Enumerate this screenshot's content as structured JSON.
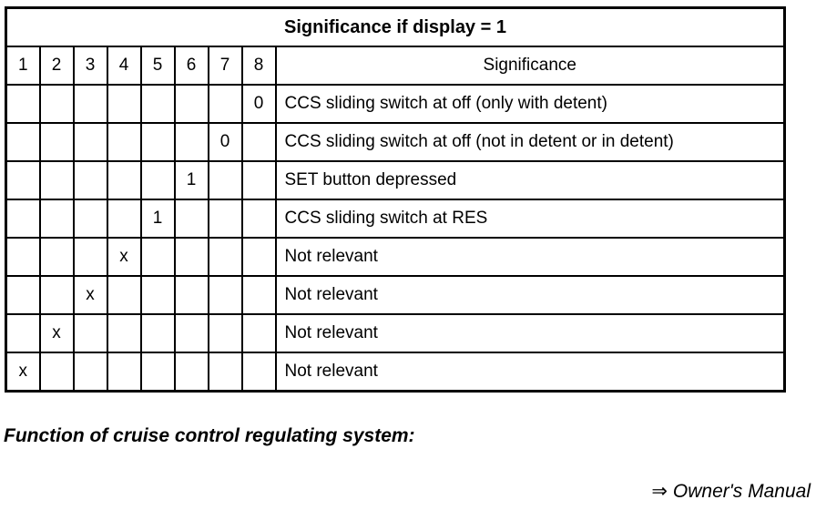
{
  "table": {
    "title": "Significance if display = 1",
    "bit_headers": [
      "1",
      "2",
      "3",
      "4",
      "5",
      "6",
      "7",
      "8"
    ],
    "significance_header": "Significance",
    "rows": [
      {
        "bits": [
          "",
          "",
          "",
          "",
          "",
          "",
          "",
          "0"
        ],
        "significance": "CCS sliding switch at off (only with detent)"
      },
      {
        "bits": [
          "",
          "",
          "",
          "",
          "",
          "",
          "0",
          ""
        ],
        "significance": "CCS sliding switch at off (not in detent or in detent)"
      },
      {
        "bits": [
          "",
          "",
          "",
          "",
          "",
          "1",
          "",
          ""
        ],
        "significance": "SET button depressed"
      },
      {
        "bits": [
          "",
          "",
          "",
          "",
          "1",
          "",
          "",
          ""
        ],
        "significance": "CCS sliding switch at RES"
      },
      {
        "bits": [
          "",
          "",
          "",
          "x",
          "",
          "",
          "",
          ""
        ],
        "significance": "Not relevant"
      },
      {
        "bits": [
          "",
          "",
          "x",
          "",
          "",
          "",
          "",
          ""
        ],
        "significance": "Not relevant"
      },
      {
        "bits": [
          "",
          "x",
          "",
          "",
          "",
          "",
          "",
          ""
        ],
        "significance": "Not relevant"
      },
      {
        "bits": [
          "x",
          "",
          "",
          "",
          "",
          "",
          "",
          ""
        ],
        "significance": "Not relevant"
      }
    ]
  },
  "footer": {
    "heading": "Function of cruise control regulating system:",
    "arrow": "⇒",
    "reference": "Owner's Manual"
  },
  "colors": {
    "text": "#000000",
    "border": "#000000",
    "background": "#ffffff"
  }
}
